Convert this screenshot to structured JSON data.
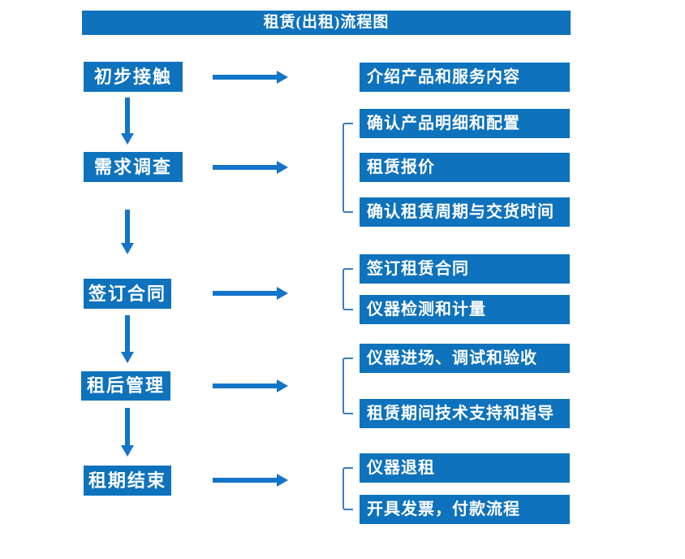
{
  "title": "租赁(出租)流程图",
  "colors": {
    "box_blue": "#0e72bd",
    "arrow_blue": "#1474c8",
    "bracket_blue": "#3e7cc0",
    "text_white": "#ffffff"
  },
  "steps": [
    {
      "label": "初步接触",
      "details": [
        "介绍产品和服务内容"
      ]
    },
    {
      "label": "需求调查",
      "details": [
        "确认产品明细和配置",
        "租赁报价",
        "确认租赁周期与交货时间"
      ]
    },
    {
      "label": "签订合同",
      "details": [
        "签订租赁合同",
        "仪器检测和计量"
      ]
    },
    {
      "label": "租后管理",
      "details": [
        "仪器进场、调试和验收",
        "租赁期间技术支持和指导"
      ]
    },
    {
      "label": "租期结束",
      "details": [
        "仪器退租",
        "开具发票，付款流程"
      ]
    }
  ]
}
